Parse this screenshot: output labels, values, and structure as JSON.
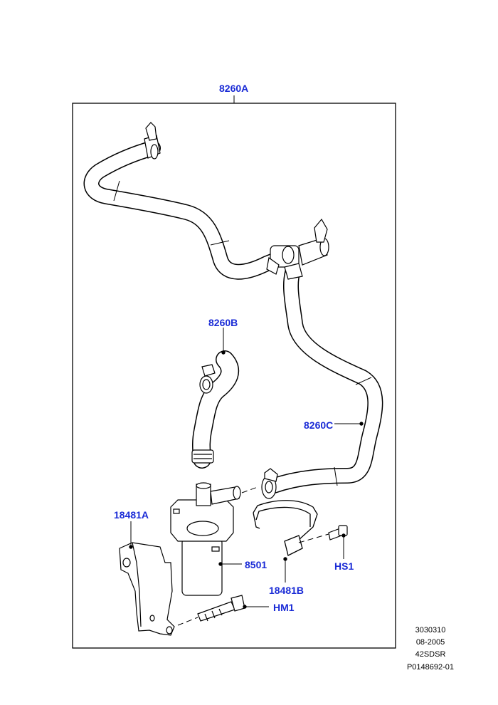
{
  "callouts": {
    "c8260A": "8260A",
    "c8260B": "8260B",
    "c8260C": "8260C",
    "c18481A": "18481A",
    "c8501": "8501",
    "c18481B": "18481B",
    "cHS1": "HS1",
    "cHM1": "HM1"
  },
  "footer": {
    "line1": "3030310",
    "line2": "08-2005",
    "line3": "42SDSR",
    "line4": "P0148692-01"
  },
  "colors": {
    "callout": "#1a2bd6",
    "line": "#000000",
    "background": "#ffffff"
  }
}
